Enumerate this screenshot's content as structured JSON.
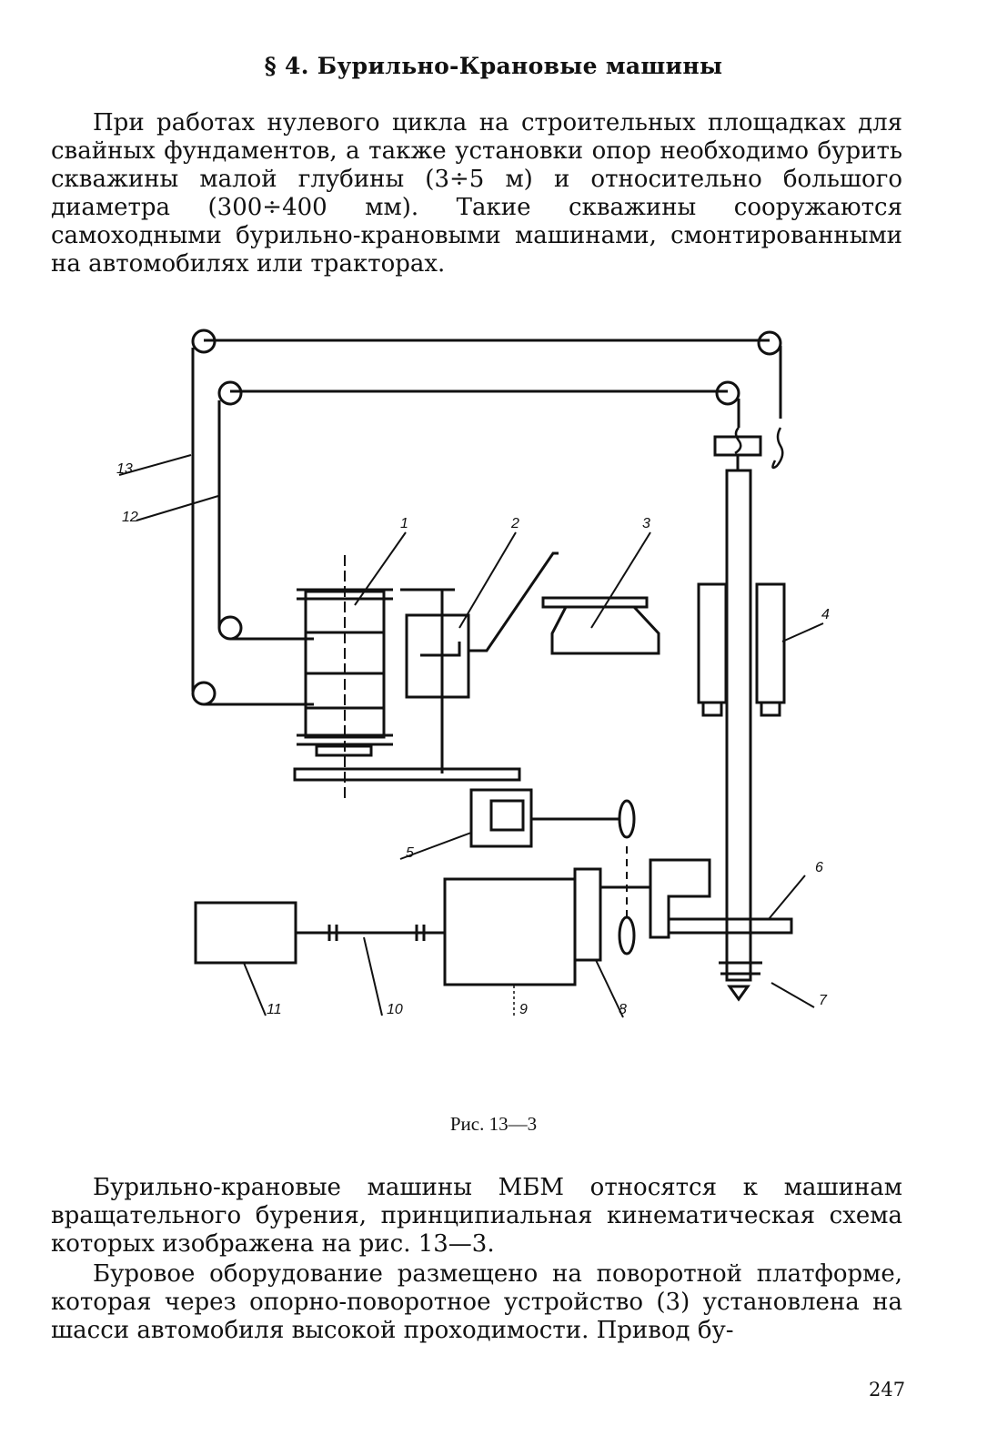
{
  "heading": "§ 4. Бурильно-Крановые машины",
  "paragraphs": {
    "intro": "При работах нулевого цикла на строительных площадках для свайных фундаментов, а также установки опор необходимо бурить скважины малой глубины (3÷5 м) и относительно большого диаметра (300÷400 мм). Такие скважины сооружаются самоходными бурильно-крановыми машинами, смонтированными на автомобилях или тракторах.",
    "p2": "Бурильно-крановые машины МБМ относятся к машинам вращательного бурения, принципиальная кинематическая схема которых изображена на рис. 13—3.",
    "p3": "Буровое оборудование размещено на поворотной платформе, которая через опорно-поворотное устройство (3) установлена на шасси автомобиля высокой проходимости. Привод бу-"
  },
  "figure": {
    "caption": "Рис. 13—3",
    "labels": {
      "l1": "1",
      "l2": "2",
      "l3": "3",
      "l4": "4",
      "l5": "5",
      "l6": "6",
      "l7": "7",
      "l8": "8",
      "l9": "9",
      "l10": "10",
      "l11": "11",
      "l12": "12",
      "l13": "13"
    }
  },
  "page_number": "247"
}
